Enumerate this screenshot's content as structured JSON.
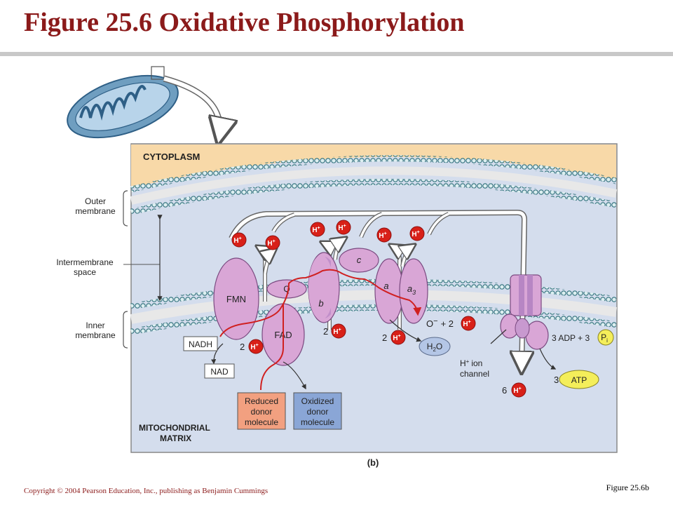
{
  "title": "Figure 25.6  Oxidative Phosphorylation",
  "footer": {
    "copyright": "Copyright © 2004 Pearson Education, Inc., publishing as Benjamin Cummings",
    "figure_ref": "Figure 25.6b"
  },
  "diagram": {
    "panel_label": "(b)",
    "regions": {
      "cytoplasm": "CYTOPLASM",
      "matrix_line1": "MITOCHONDRIAL",
      "matrix_line2": "MATRIX"
    },
    "side_labels": {
      "outer_line1": "Outer",
      "outer_line2": "membrane",
      "inter_line1": "Intermembrane",
      "inter_line2": "space",
      "inner_line1": "Inner",
      "inner_line2": "membrane"
    },
    "complexes": {
      "fmn": "FMN",
      "q": "Q",
      "fad": "FAD",
      "b": "b",
      "c": "c",
      "a": "a",
      "a3_base": "a",
      "a3_sub": "3"
    },
    "ion": {
      "h": "H",
      "plus": "+"
    },
    "labels": {
      "nadh": "NADH",
      "nad": "NAD",
      "reduced": [
        "Reduced",
        "donor",
        "molecule"
      ],
      "oxidized": [
        "Oxidized",
        "donor",
        "molecule"
      ],
      "two": "2",
      "three": "3",
      "six": "6",
      "oxygen": "O",
      "oxygen_charge": "−",
      "plus_two": "+ 2",
      "water_h": "H",
      "water_sub": "2",
      "water_o": "O",
      "h_ion_channel_line1": "ion",
      "h_ion_channel_line2": "channel",
      "adp": "3 ADP + 3",
      "pi": "P",
      "pi_sub": "i",
      "atp_coef": "3",
      "atp": "ATP"
    },
    "colors": {
      "title": "#8b1a1a",
      "cytoplasm": "#f8d9a8",
      "matrix": "#d4dded",
      "complex": "#d9a6d6",
      "ion_red": "#d82018",
      "electron_path": "#d02020",
      "reduced_box": "#f2a080",
      "oxidized_box": "#8aa6d6",
      "atp": "#f4ee5a"
    }
  }
}
